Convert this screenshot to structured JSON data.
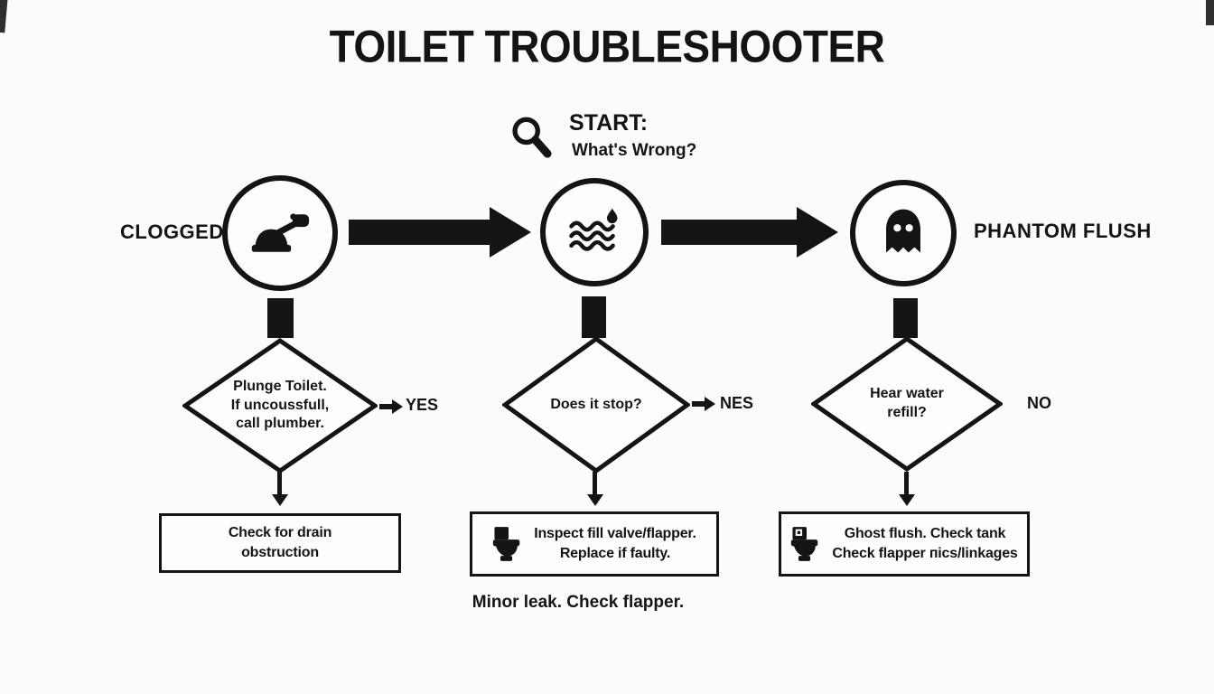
{
  "page": {
    "title": "TOILET TROUBLESHOOTER"
  },
  "start": {
    "label": "START:",
    "question": "What's Wrong?"
  },
  "branches": {
    "clogged": {
      "label": "CLOGGED",
      "icon": "plunger-icon",
      "diamond": {
        "line1": "Plunge Toilet.",
        "line2": "If uncoussfull,",
        "line3": "call plumber."
      },
      "answer": "YES",
      "result": {
        "line1": "Check for drain",
        "line2": "obstruction"
      }
    },
    "running": {
      "icon": "water-waves-icon",
      "diamond": {
        "line1": "Does it stop?"
      },
      "answer": "NES",
      "result": {
        "line1": "Inspect fill valve/flapper.",
        "line2": "Replace if faulty."
      }
    },
    "phantom": {
      "label": "PHANTOM FLUSH",
      "icon": "ghost-icon",
      "diamond": {
        "line1": "Hear water",
        "line2": "refill?"
      },
      "answer": "NO",
      "result": {
        "line1": "Ghost flush. Check tank",
        "line2": "Check flapper пics/linkages"
      }
    }
  },
  "footnote": "Minor leak. Check flapper.",
  "colors": {
    "ink": "#141414",
    "background": "#fbfbfa"
  },
  "icons": {
    "start": "magnifier-icon",
    "result_marker": "toilet-icon"
  }
}
